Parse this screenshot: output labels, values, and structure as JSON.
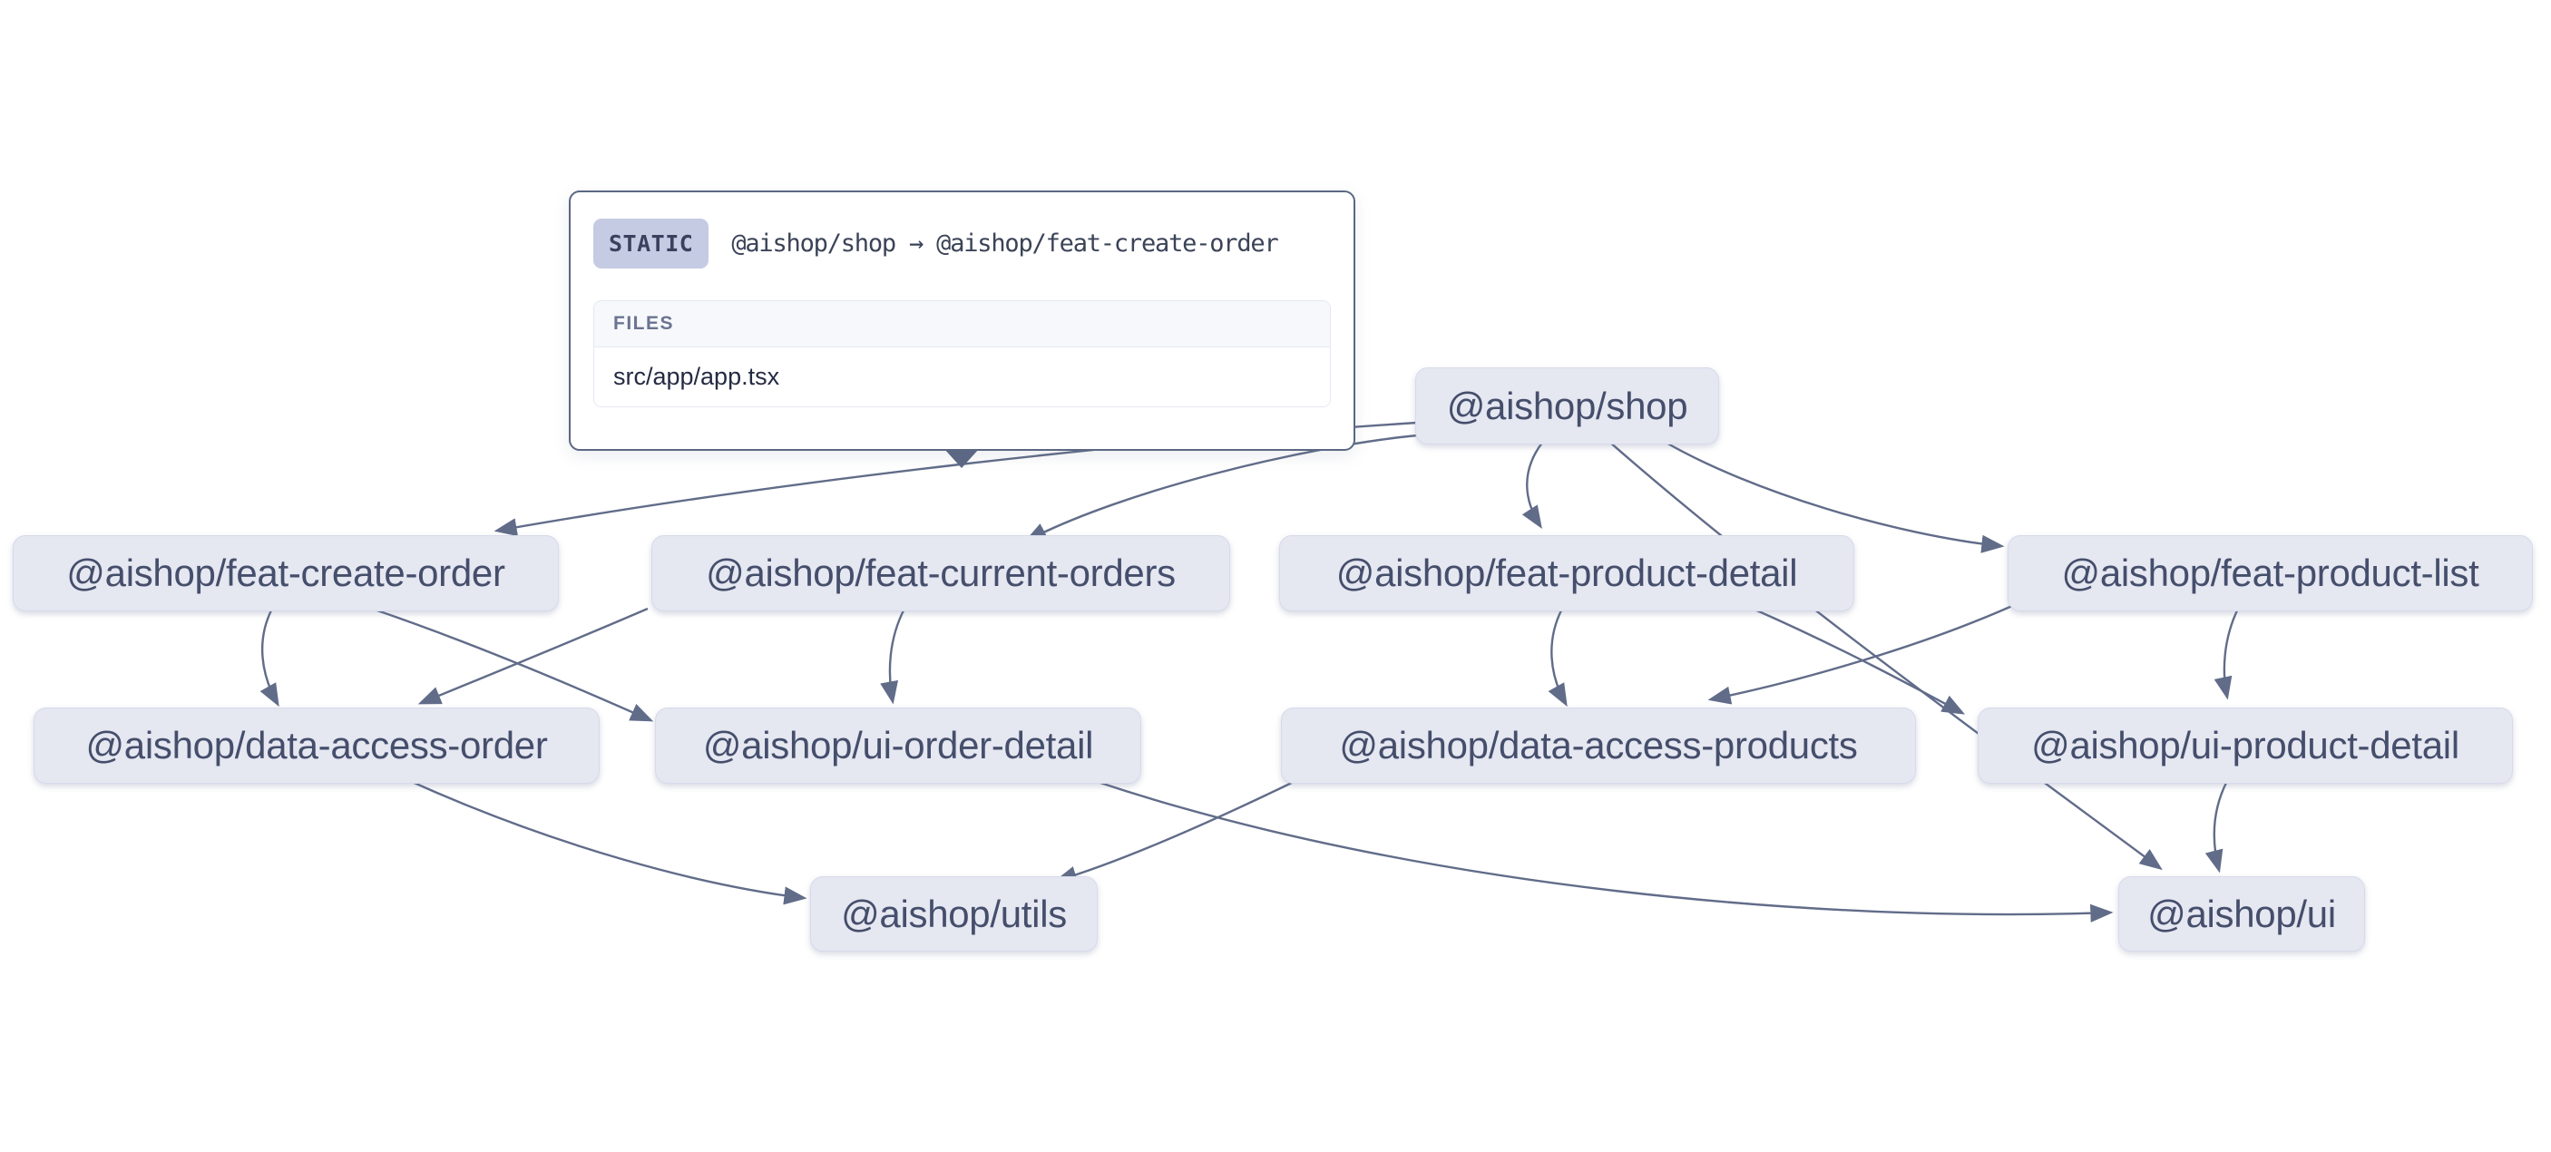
{
  "tooltip": {
    "badge": "STATIC",
    "edge_label": "@aishop/shop → @aishop/feat-create-order",
    "files_header": "FILES",
    "files": [
      "src/app/app.tsx"
    ]
  },
  "graph": {
    "nodes": [
      {
        "id": "shop",
        "label": "@aishop/shop"
      },
      {
        "id": "feat-create-order",
        "label": "@aishop/feat-create-order"
      },
      {
        "id": "feat-current-orders",
        "label": "@aishop/feat-current-orders"
      },
      {
        "id": "feat-product-detail",
        "label": "@aishop/feat-product-detail"
      },
      {
        "id": "feat-product-list",
        "label": "@aishop/feat-product-list"
      },
      {
        "id": "data-access-order",
        "label": "@aishop/data-access-order"
      },
      {
        "id": "ui-order-detail",
        "label": "@aishop/ui-order-detail"
      },
      {
        "id": "data-access-products",
        "label": "@aishop/data-access-products"
      },
      {
        "id": "ui-product-detail",
        "label": "@aishop/ui-product-detail"
      },
      {
        "id": "utils",
        "label": "@aishop/utils"
      },
      {
        "id": "ui",
        "label": "@aishop/ui"
      }
    ],
    "edges": [
      {
        "from": "shop",
        "to": "feat-create-order",
        "type": "static"
      },
      {
        "from": "shop",
        "to": "feat-current-orders",
        "type": "static"
      },
      {
        "from": "shop",
        "to": "feat-product-detail",
        "type": "static"
      },
      {
        "from": "shop",
        "to": "feat-product-list",
        "type": "static"
      },
      {
        "from": "shop",
        "to": "ui",
        "type": "static"
      },
      {
        "from": "feat-create-order",
        "to": "data-access-order",
        "type": "static"
      },
      {
        "from": "feat-create-order",
        "to": "ui-order-detail",
        "type": "static"
      },
      {
        "from": "feat-current-orders",
        "to": "data-access-order",
        "type": "static"
      },
      {
        "from": "feat-current-orders",
        "to": "ui-order-detail",
        "type": "static"
      },
      {
        "from": "feat-product-detail",
        "to": "data-access-products",
        "type": "static"
      },
      {
        "from": "feat-product-detail",
        "to": "ui-product-detail",
        "type": "static"
      },
      {
        "from": "feat-product-list",
        "to": "data-access-products",
        "type": "static"
      },
      {
        "from": "feat-product-list",
        "to": "ui-product-detail",
        "type": "static"
      },
      {
        "from": "data-access-order",
        "to": "utils",
        "type": "static"
      },
      {
        "from": "data-access-products",
        "to": "utils",
        "type": "static"
      },
      {
        "from": "ui-order-detail",
        "to": "ui",
        "type": "static"
      },
      {
        "from": "ui-product-detail",
        "to": "ui",
        "type": "static"
      }
    ]
  },
  "colors": {
    "background": "#ffffff",
    "node_bg": "#e5e7f1",
    "node_text": "#454e6b",
    "edge": "#616c89",
    "tooltip_border": "#5b6783",
    "badge_bg": "#c5cbe2",
    "badge_text": "#3a415e",
    "files_header_text": "#6a7490"
  }
}
